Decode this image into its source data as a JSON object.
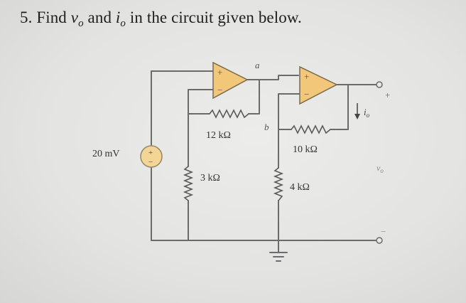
{
  "question": {
    "number": "5.",
    "word_find": "Find",
    "var1": "v",
    "sub1": "o",
    "word_and": "and",
    "var2": "i",
    "sub2": "o",
    "rest": "in the circuit given below."
  },
  "circuit": {
    "source_label": "20 mV",
    "r_feedback1_label": "12 kΩ",
    "r_ground1_label": "3 kΩ",
    "r_feedback2_label": "10 kΩ",
    "r_ground2_label": "4 kΩ",
    "node_a": "a",
    "node_b": "b",
    "current_label": "i",
    "current_sub": "o",
    "vo_label": "v",
    "vo_sub": "o",
    "plus_sign": "+",
    "minus_sign": "−",
    "opamp_plus": "+",
    "opamp_minus": "−",
    "source_plus": "+",
    "source_minus": "−"
  },
  "colors": {
    "wire": "#6b6b6b",
    "opamp_fill": "#f3c77a",
    "source_fill": "#f3d596",
    "ink": "#333333"
  }
}
